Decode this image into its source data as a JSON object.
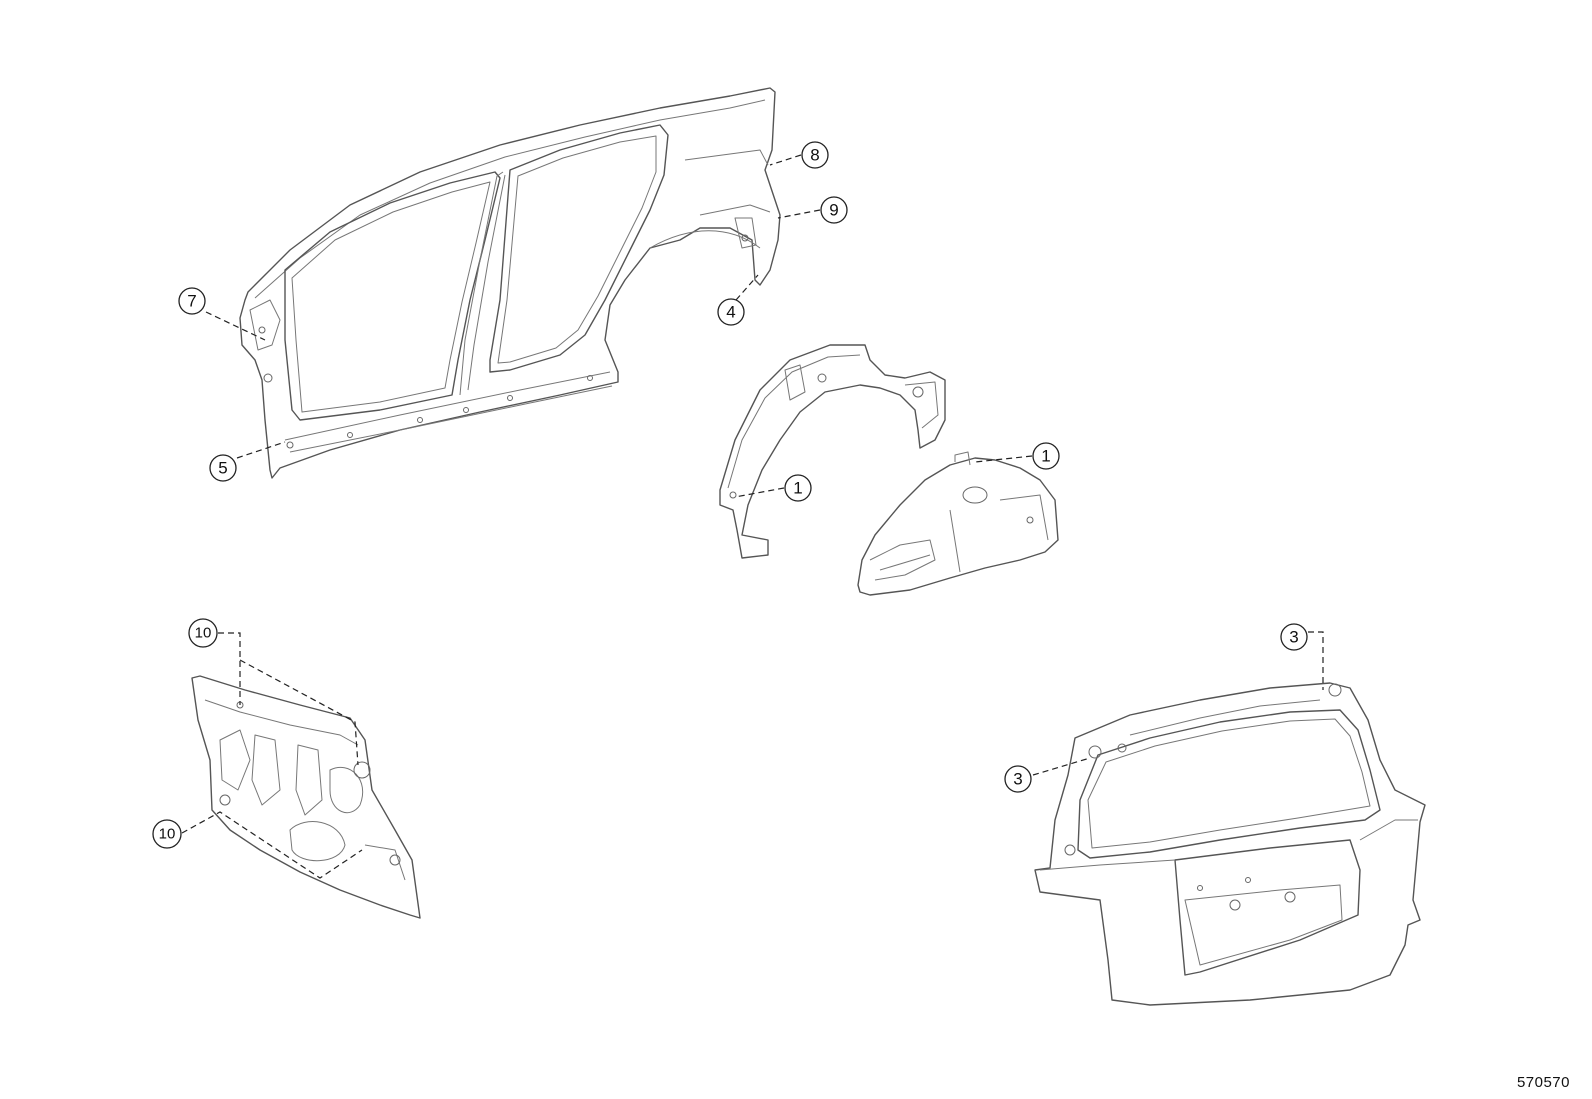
{
  "diagram": {
    "reference_code": "570570",
    "parts": [
      {
        "id": "side-outer-panel",
        "callouts": [
          "7",
          "5",
          "8",
          "9",
          "4"
        ]
      },
      {
        "id": "rear-wheelhouse-outer",
        "callouts": [
          "1"
        ]
      },
      {
        "id": "rear-wheelhouse-inner",
        "callouts": [
          "1"
        ]
      },
      {
        "id": "dash-panel",
        "callouts": [
          "10",
          "10"
        ]
      },
      {
        "id": "back-door-panel",
        "callouts": [
          "3",
          "3"
        ]
      }
    ],
    "callouts": {
      "c8": "8",
      "c9": "9",
      "c7": "7",
      "c4": "4",
      "c5": "5",
      "c1a": "1",
      "c1b": "1",
      "c10a": "10",
      "c10b": "10",
      "c3a": "3",
      "c3b": "3"
    }
  }
}
